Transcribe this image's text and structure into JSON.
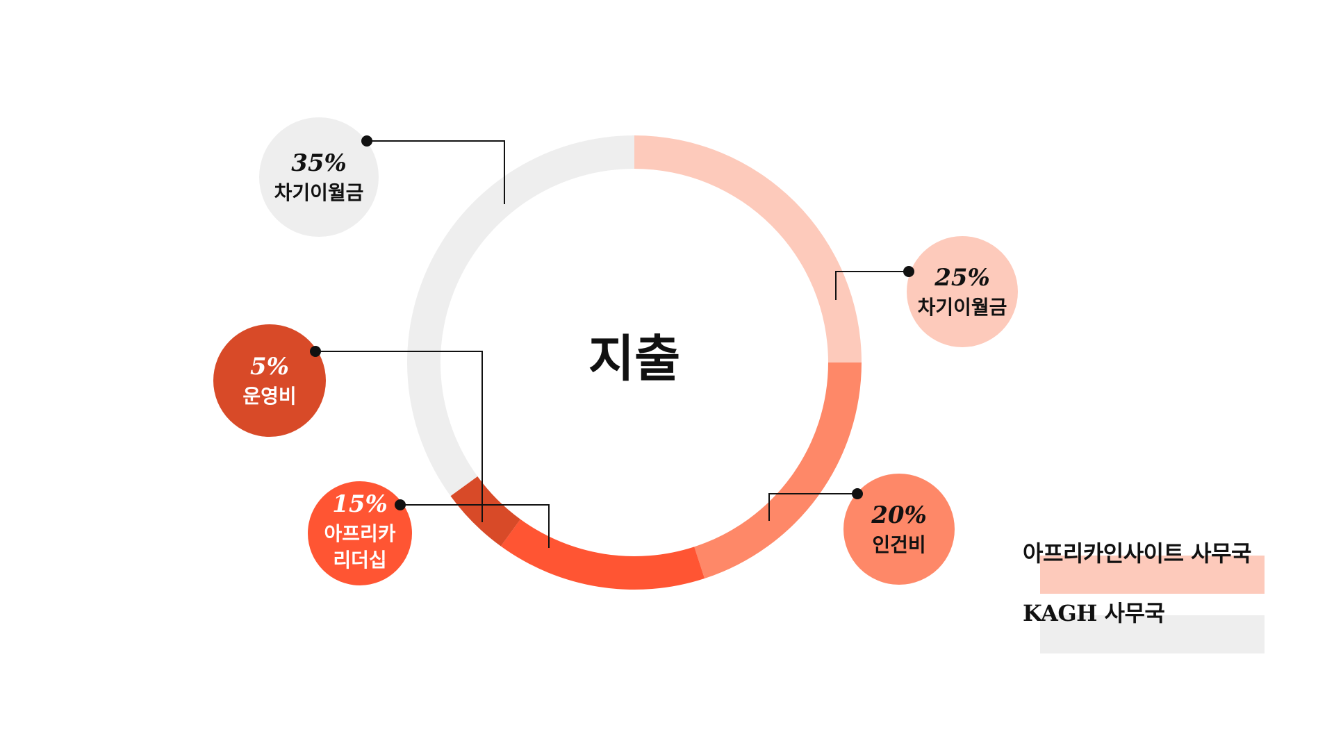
{
  "chart_data": {
    "type": "donut",
    "center_label": "지출",
    "segments": [
      {
        "value": 25,
        "pct_label": "25%",
        "label": "차기이월금",
        "color": "#FDCABB",
        "text_color": "#111111",
        "label_lines": [
          "차기이월금"
        ]
      },
      {
        "value": 20,
        "pct_label": "20%",
        "label": "인건비",
        "color": "#FE8868",
        "text_color": "#111111",
        "label_lines": [
          "인건비"
        ]
      },
      {
        "value": 15,
        "pct_label": "15%",
        "label": "아프리카리더십",
        "color": "#FF5533",
        "text_color": "#ffffff",
        "label_lines": [
          "아프리카",
          "리더십"
        ]
      },
      {
        "value": 5,
        "pct_label": "5%",
        "label": "운영비",
        "color": "#D84A28",
        "text_color": "#ffffff",
        "label_lines": [
          "운영비"
        ]
      },
      {
        "value": 35,
        "pct_label": "35%",
        "label": "차기이월금",
        "color": "#EEEEEE",
        "text_color": "#111111",
        "label_lines": [
          "차기이월금"
        ]
      }
    ],
    "legend": [
      {
        "label": "아프리카인사이트 사무국",
        "color": "#FDCABB"
      },
      {
        "label": "KAGH 사무국",
        "color": "#EEEEEE"
      }
    ]
  }
}
